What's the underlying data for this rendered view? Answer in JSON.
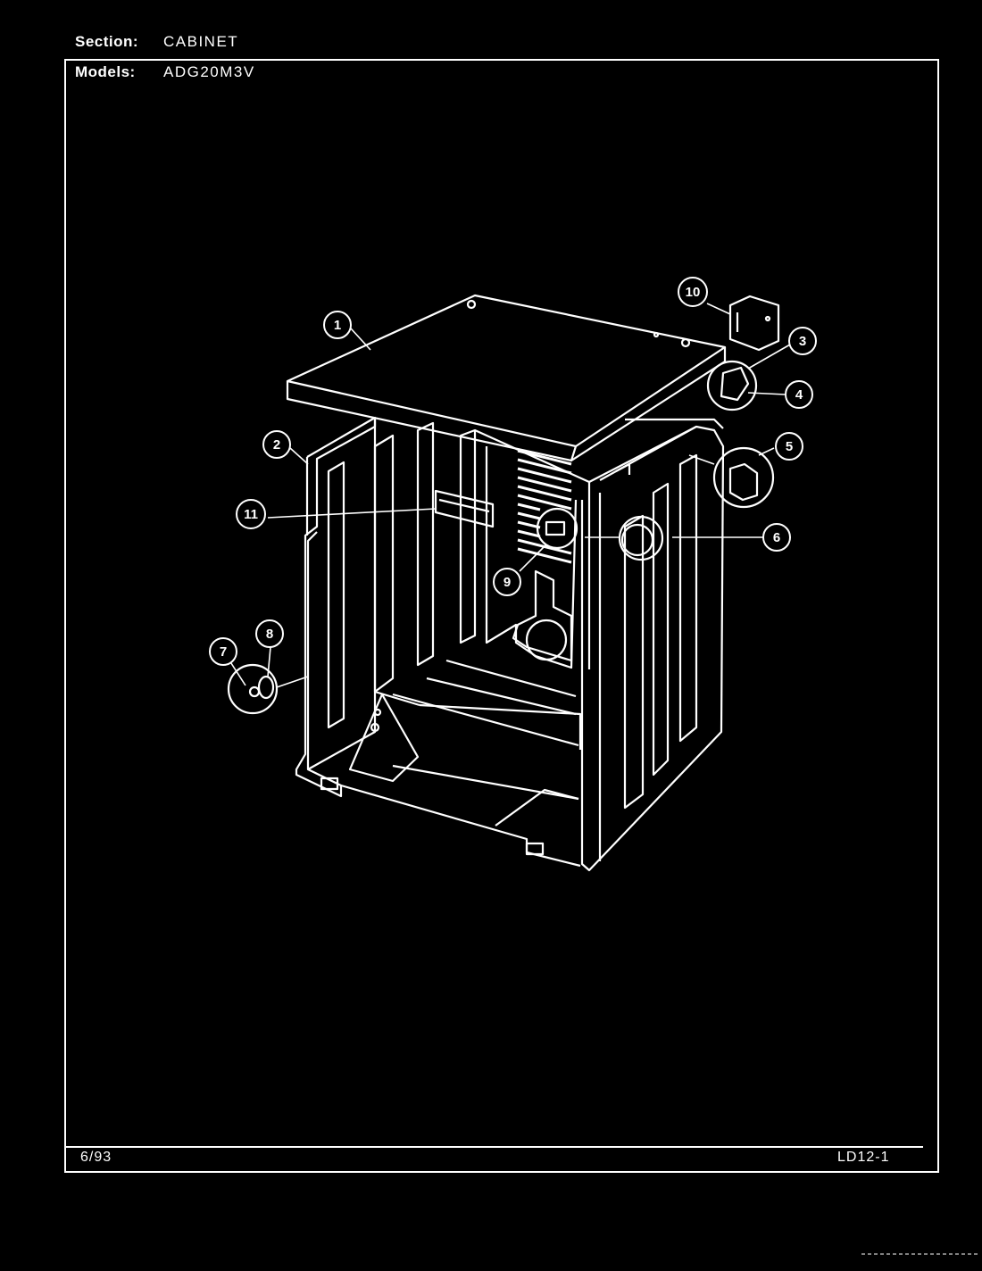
{
  "header": {
    "section_label": "Section:",
    "section_value": "CABINET",
    "models_label": "Models:",
    "models_value": "ADG20M3V"
  },
  "footer": {
    "date": "6/93",
    "page_code": "LD12-1"
  },
  "callouts": [
    "1",
    "2",
    "3",
    "4",
    "5",
    "6",
    "7",
    "8",
    "9",
    "10",
    "11"
  ]
}
